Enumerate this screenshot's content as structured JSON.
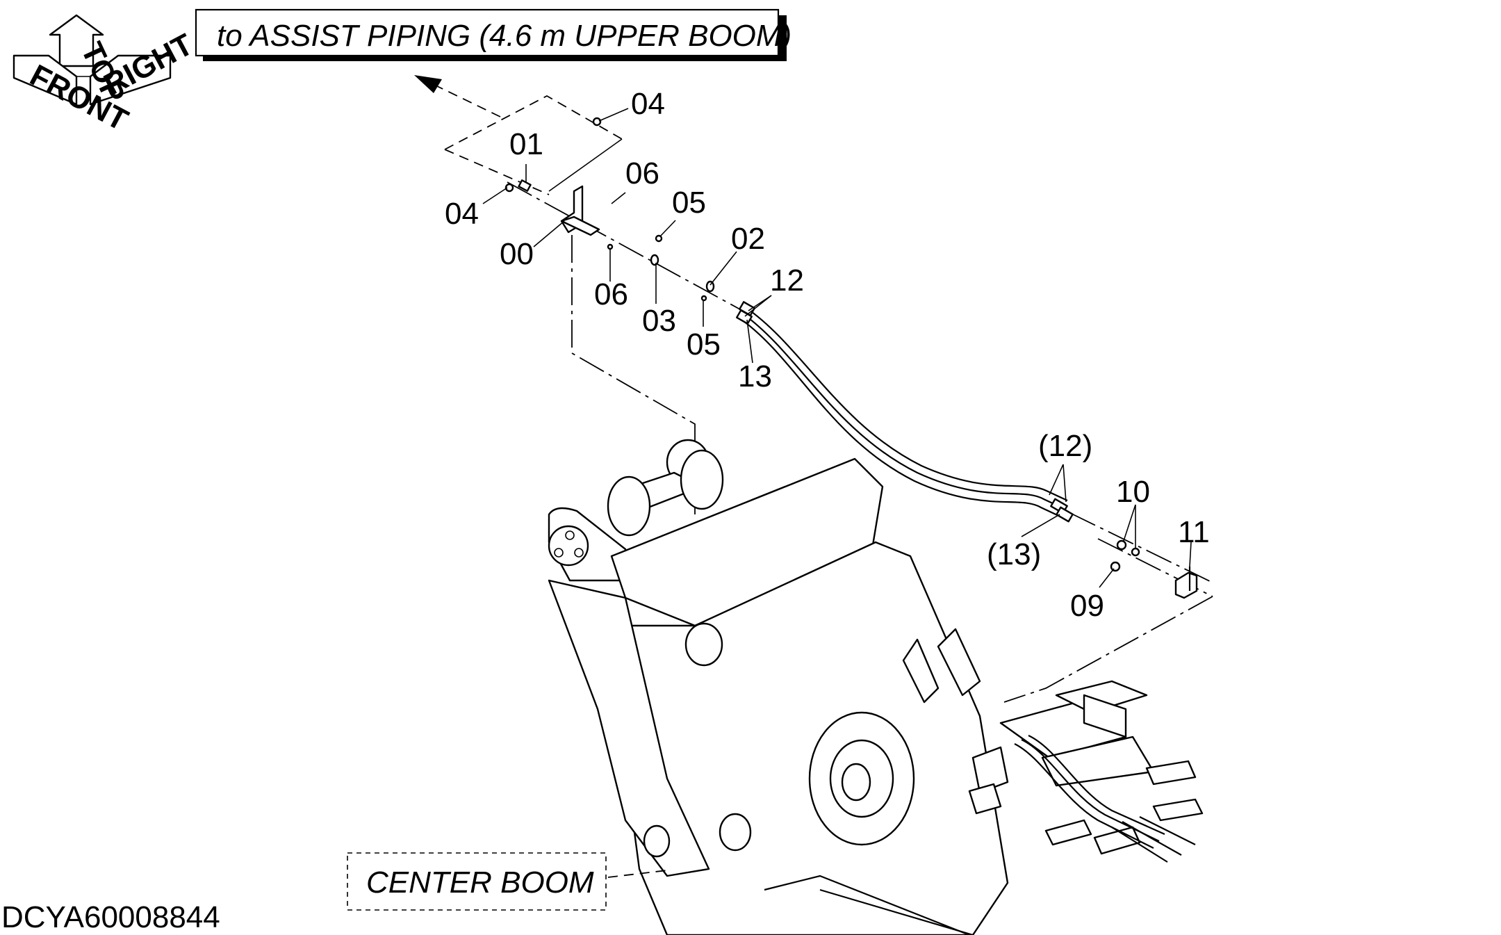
{
  "top_callout": "to ASSIST PIPING (4.6 m UPPER BOOM)",
  "bottom_callout": "CENTER BOOM",
  "drawing_code": "DCYA60008844",
  "compass": {
    "top": "TOP",
    "front": "FRONT",
    "right": "RIGHT"
  },
  "parts": {
    "p04a": "04",
    "p01": "01",
    "p06a": "06",
    "p04b": "04",
    "p05a": "05",
    "p00": "00",
    "p02": "02",
    "p12": "12",
    "p06b": "06",
    "p03": "03",
    "p05b": "05",
    "p13": "13",
    "p12r": "(12)",
    "p10": "10",
    "p11": "11",
    "p13r": "(13)",
    "p09": "09"
  }
}
